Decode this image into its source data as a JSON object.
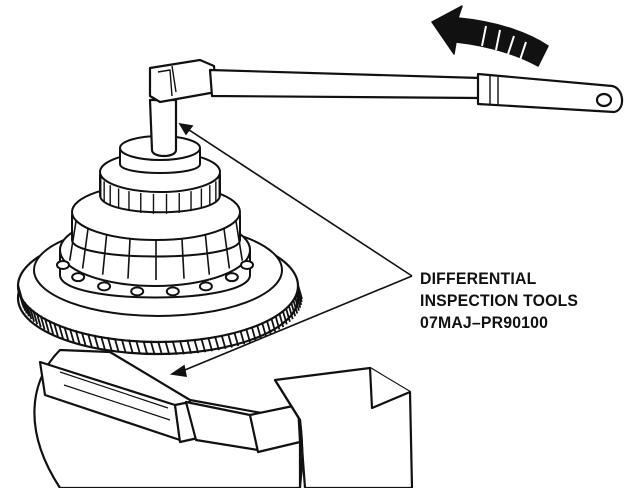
{
  "callout": {
    "line1": "DIFFERENTIAL",
    "line2": "INSPECTION TOOLS",
    "line3": "07MAJ–PR90100"
  },
  "colors": {
    "ink": "#111111",
    "paper": "#ffffff"
  },
  "icons": [
    "rotation-direction-arrow",
    "torque-wrench",
    "ring-gear",
    "bench-vise"
  ]
}
